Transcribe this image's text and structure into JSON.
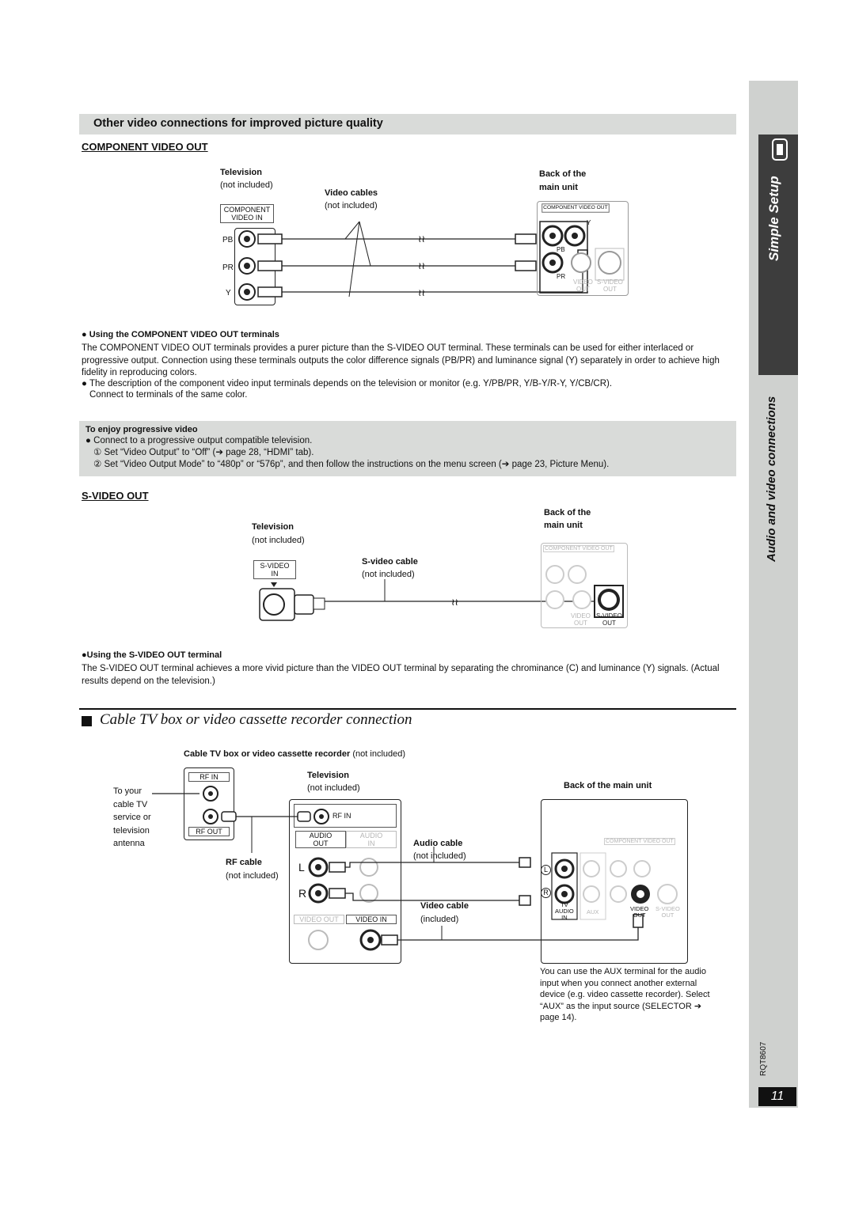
{
  "side_tab": {
    "simple_setup": "Simple Setup",
    "audio_video": "Audio and video connections"
  },
  "sec1": {
    "title": "Other video connections for improved picture quality",
    "component_heading": "COMPONENT VIDEO OUT",
    "diagram": {
      "tv_label": "Television",
      "tv_sub": "(not included)",
      "cables_label": "Video cables",
      "cables_sub": "(not included)",
      "back_label_1": "Back of the",
      "back_label_2": "main unit",
      "comp_video_in_1": "COMPONENT",
      "comp_video_in_2": "VIDEO IN",
      "pb": "PB",
      "pr": "PR",
      "y": "Y",
      "comp_video_out": "COMPONENT VIDEO OUT",
      "y_small": "Y",
      "pb_small": "PB",
      "pr_small": "PR",
      "video_out_1": "VIDEO",
      "video_out_2": "OUT",
      "svideo_out_1": "S-VIDEO",
      "svideo_out_2": "OUT"
    },
    "using_heading": "Using the COMPONENT VIDEO OUT terminals",
    "para1": "The COMPONENT VIDEO OUT terminals provides a purer picture than the S-VIDEO OUT terminal. These terminals can be used for either interlaced or progressive output. Connection using these terminals outputs the color difference signals (PB/PR) and luminance signal (Y) separately in order to achieve high fidelity in reproducing colors.",
    "para2": "The description of the component video input terminals depends on the television or monitor (e.g. Y/PB/PR, Y/B-Y/R-Y, Y/CB/CR).",
    "para2b": "Connect to terminals of the same color.",
    "progressive": {
      "heading": "To enjoy progressive video",
      "bullet": "Connect to a progressive output compatible television.",
      "step1": "Set “Video Output” to “Off” (➔ page 28, “HDMI” tab).",
      "step2": "Set “Video Output Mode” to “480p” or “576p”, and then follow the instructions on the menu screen (➔ page 23, Picture Menu).",
      "num1": "①",
      "num2": "②"
    },
    "svideo_heading": "S-VIDEO OUT",
    "svideo_diagram": {
      "back_1": "Back of the",
      "back_2": "main unit",
      "tv": "Television",
      "tv_sub": "(not included)",
      "cable": "S-video cable",
      "cable_sub": "(not included)",
      "svideo_in_1": "S-VIDEO",
      "svideo_in_2": "IN",
      "comp_video_out": "COMPONENT VIDEO OUT",
      "video_out_1": "VIDEO",
      "video_out_2": "OUT",
      "svideo_out_1": "S-VIDEO",
      "svideo_out_2": "OUT"
    },
    "svideo_using": "Using the S-VIDEO OUT terminal",
    "svideo_para": "The S-VIDEO OUT terminal achieves a more vivid picture than the VIDEO OUT terminal by separating the chrominance (C) and luminance (Y) signals. (Actual results depend on the television.)"
  },
  "sec2": {
    "title": "Cable TV box or video cassette recorder connection",
    "subtitle_bold": "Cable TV box or video cassette recorder",
    "subtitle_rest": "(not included)",
    "antenna_text": [
      "To your",
      "cable TV",
      "service or",
      "television",
      "antenna"
    ],
    "rf_in": "RF IN",
    "rf_out": "RF OUT",
    "rf_cable": "RF cable",
    "rf_cable_sub": "(not included)",
    "tv": "Television",
    "tv_sub": "(not included)",
    "tv_rf_in": "RF IN",
    "audio_out_1": "AUDIO",
    "audio_out_2": "OUT",
    "audio_in_1": "AUDIO",
    "audio_in_2": "IN",
    "l": "L",
    "r": "R",
    "video_out": "VIDEO OUT",
    "video_in": "VIDEO IN",
    "audio_cable": "Audio cable",
    "audio_cable_sub": "(not included)",
    "video_cable": "Video cable",
    "video_cable_sub": "(included)",
    "back_main": "Back of the main unit",
    "comp_video_out": "COMPONENT VIDEO OUT",
    "unit_l": "L",
    "unit_r": "R",
    "tv_audio_in_1": "TV",
    "tv_audio_in_2": "AUDIO",
    "tv_audio_in_3": "IN",
    "aux": "AUX",
    "video_out_1": "VIDEO",
    "video_out_2": "OUT",
    "svideo_out_1": "S-VIDEO",
    "svideo_out_2": "OUT",
    "aux_note": "You can use the AUX terminal for the audio input when you connect another external device (e.g. video cassette recorder). Select “AUX” as the input source (SELECTOR ➔ page 14)."
  },
  "footer": {
    "model": "RQT8607",
    "page": "11"
  }
}
